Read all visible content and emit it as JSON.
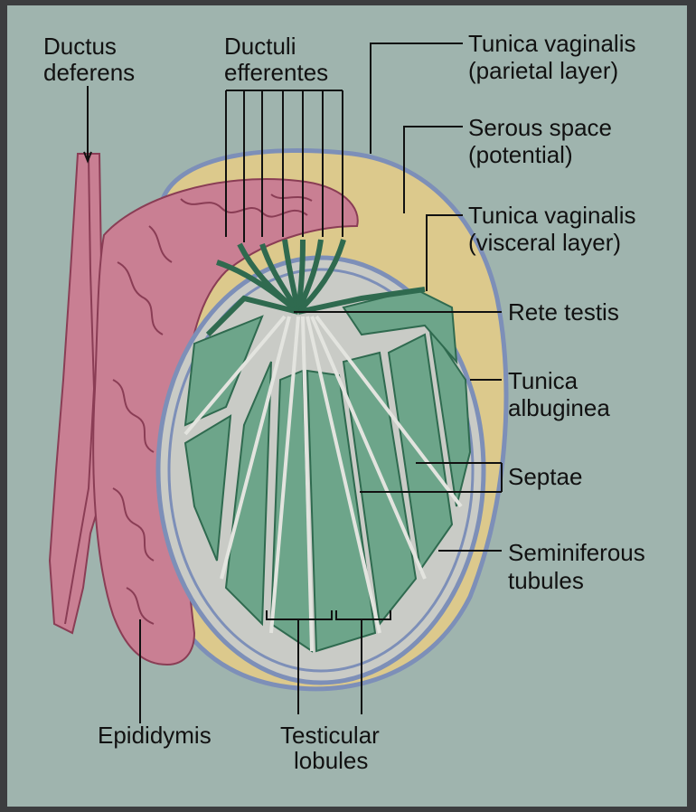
{
  "labels": {
    "ductus_deferens": [
      "Ductus",
      "deferens"
    ],
    "ductuli_efferentes": [
      "Ductuli",
      "efferentes"
    ],
    "tunica_vaginalis_parietal": [
      "Tunica vaginalis",
      "(parietal layer)"
    ],
    "serous_space": [
      "Serous space",
      "(potential)"
    ],
    "tunica_vaginalis_visceral": [
      "Tunica vaginalis",
      "(visceral layer)"
    ],
    "rete_testis": [
      "Rete testis"
    ],
    "tunica_albuginea": [
      "Tunica",
      "albuginea"
    ],
    "septae": [
      "Septae"
    ],
    "seminiferous_tubules": [
      "Seminiferous",
      "tubules"
    ],
    "epididymis": [
      "Epididymis"
    ],
    "testicular_lobules": [
      "Testicular",
      "lobules"
    ]
  },
  "colors": {
    "background": "#9fb4ae",
    "frame": "#3c3d3f",
    "tunica_vaginalis_layer": "#7d8fb8",
    "serous_space": "#dcc98c",
    "epididymis": "#c97f93",
    "epididymis_outline": "#8a3d55",
    "tubules": "#6da58a",
    "tubules_outline": "#2f6a4f",
    "albuginea": "#c9cbc6",
    "leader_lines": "#111111"
  }
}
